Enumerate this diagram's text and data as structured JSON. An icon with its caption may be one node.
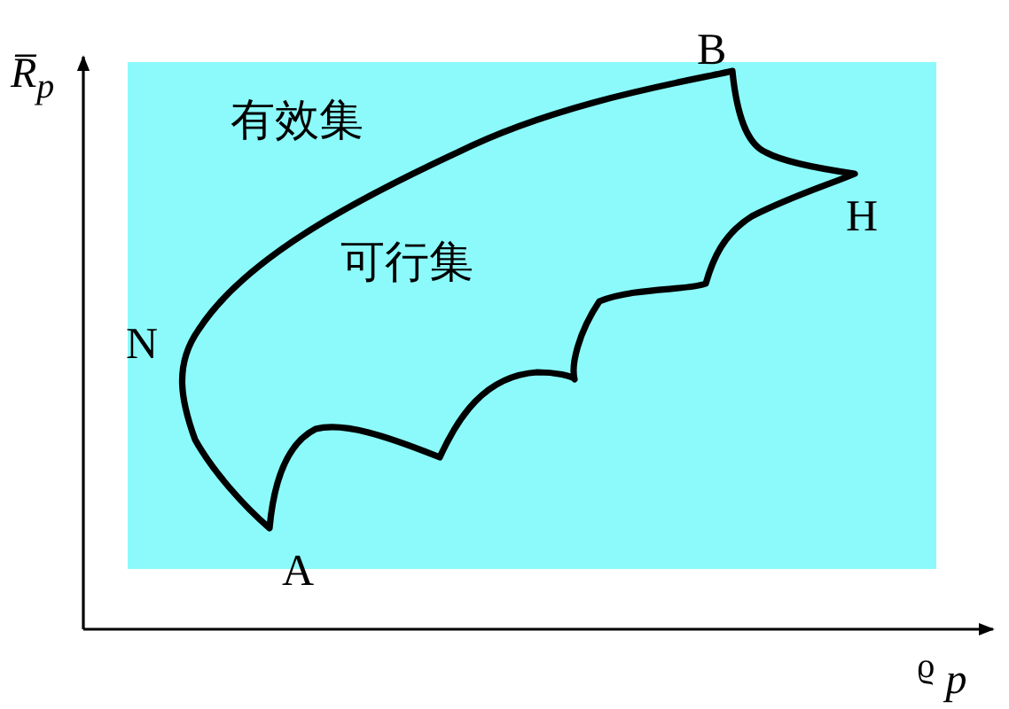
{
  "diagram": {
    "nodes": [
      {
        "text": [
          "可行集"
        ],
        "beside": [
          "B",
          "H",
          "N",
          "A"
        ]
      }
    ],
    "labels": [
      "R̅$_{p}$",
      "有效集",
      "$^{ϱ}$ *p*"
    ]
  }
}
